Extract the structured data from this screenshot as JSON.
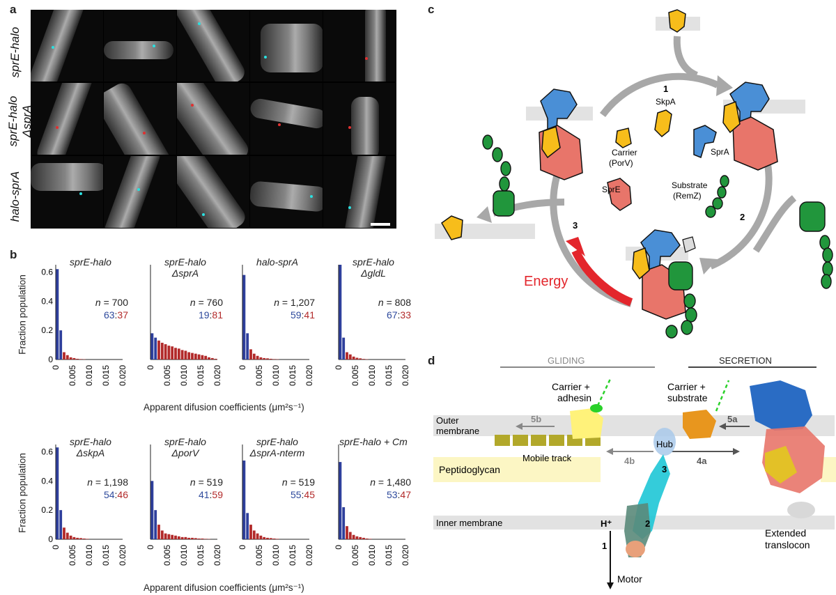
{
  "panels": {
    "a": "a",
    "b": "b",
    "c": "c",
    "d": "d"
  },
  "panel_a": {
    "rows": [
      {
        "label_line1": "sprE-halo",
        "label_line2": ""
      },
      {
        "label_line1": "sprE-halo",
        "label_line2": "ΔsprA"
      },
      {
        "label_line1": "halo-sprA",
        "label_line2": ""
      }
    ]
  },
  "chart_data": [
    {
      "type": "bar",
      "title": "sprE-halo",
      "subtitle": "",
      "n": "= 700",
      "ratio_blue": "63",
      "ratio_red": "37",
      "ylabel": "Fraction population",
      "xlabel": "",
      "ylim": [
        0,
        0.65
      ],
      "values": [
        0.62,
        0.2,
        0.05,
        0.03,
        0.015,
        0.01,
        0.005,
        0.003,
        0.002,
        0,
        0,
        0,
        0,
        0,
        0,
        0,
        0,
        0,
        0,
        0
      ]
    },
    {
      "type": "bar",
      "title": "sprE-halo",
      "subtitle": "ΔsprA",
      "n": "= 760",
      "ratio_blue": "19",
      "ratio_red": "81",
      "ylabel": "",
      "xlabel": "",
      "ylim": [
        0,
        0.65
      ],
      "values": [
        0.18,
        0.15,
        0.13,
        0.115,
        0.105,
        0.095,
        0.09,
        0.08,
        0.075,
        0.065,
        0.06,
        0.05,
        0.045,
        0.04,
        0.035,
        0.03,
        0.025,
        0.015,
        0.01,
        0.005
      ]
    },
    {
      "type": "bar",
      "title": "halo-sprA",
      "subtitle": "",
      "n": "= 1,207",
      "ratio_blue": "59",
      "ratio_red": "41",
      "ylabel": "",
      "xlabel": "",
      "ylim": [
        0,
        0.65
      ],
      "values": [
        0.58,
        0.18,
        0.07,
        0.04,
        0.025,
        0.015,
        0.01,
        0.008,
        0.005,
        0.003,
        0.002,
        0,
        0,
        0,
        0,
        0,
        0,
        0,
        0,
        0
      ]
    },
    {
      "type": "bar",
      "title": "sprE-halo",
      "subtitle": "ΔgldL",
      "n": "= 808",
      "ratio_blue": "67",
      "ratio_red": "33",
      "ylabel": "",
      "xlabel": "",
      "ylim": [
        0,
        0.65
      ],
      "values": [
        0.66,
        0.15,
        0.05,
        0.035,
        0.02,
        0.012,
        0.008,
        0.004,
        0.002,
        0,
        0,
        0,
        0,
        0,
        0,
        0,
        0,
        0,
        0,
        0
      ]
    },
    {
      "type": "bar",
      "title": "sprE-halo",
      "subtitle": "ΔskpA",
      "n": "= 1,198",
      "ratio_blue": "54",
      "ratio_red": "46",
      "ylabel": "Fraction population",
      "xlabel": "Apparent difusion coefficients (μm²s⁻¹)",
      "ylim": [
        0,
        0.65
      ],
      "values": [
        0.63,
        0.2,
        0.08,
        0.045,
        0.025,
        0.015,
        0.01,
        0.008,
        0.005,
        0.003,
        0,
        0,
        0,
        0,
        0,
        0,
        0,
        0,
        0,
        0
      ]
    },
    {
      "type": "bar",
      "title": "sprE-halo",
      "subtitle": "ΔporV",
      "n": "= 519",
      "ratio_blue": "41",
      "ratio_red": "59",
      "ylabel": "",
      "xlabel": "Apparent difusion coefficients (μm²s⁻¹)",
      "ylim": [
        0,
        0.65
      ],
      "values": [
        0.4,
        0.2,
        0.1,
        0.06,
        0.04,
        0.035,
        0.03,
        0.025,
        0.02,
        0.015,
        0.015,
        0.01,
        0.01,
        0.008,
        0.005,
        0.005,
        0.003,
        0.002,
        0,
        0
      ]
    },
    {
      "type": "bar",
      "title": "sprE-halo",
      "subtitle": "ΔsprA-nterm",
      "n": "= 519",
      "ratio_blue": "55",
      "ratio_red": "45",
      "ylabel": "",
      "xlabel": "",
      "ylim": [
        0,
        0.65
      ],
      "values": [
        0.54,
        0.18,
        0.1,
        0.06,
        0.04,
        0.025,
        0.015,
        0.01,
        0.008,
        0.005,
        0.003,
        0,
        0,
        0,
        0,
        0,
        0,
        0,
        0,
        0
      ]
    },
    {
      "type": "bar",
      "title": "sprE-halo + Cm",
      "subtitle": "",
      "n": "= 1,480",
      "ratio_blue": "53",
      "ratio_red": "47",
      "ylabel": "",
      "xlabel": "",
      "ylim": [
        0,
        0.65
      ],
      "values": [
        0.53,
        0.22,
        0.09,
        0.05,
        0.03,
        0.02,
        0.015,
        0.01,
        0.005,
        0.003,
        0,
        0,
        0,
        0,
        0,
        0,
        0,
        0,
        0,
        0
      ]
    }
  ],
  "hist_axis": {
    "yticks": [
      "0",
      "0.2",
      "0.4",
      "0.6"
    ],
    "xticks": [
      "0",
      "0.005",
      "0.010",
      "0.015",
      "0.020"
    ],
    "xlabel": "Apparent difusion coefficients (μm²s⁻¹)",
    "ylabel": "Fraction population",
    "n_label": "n"
  },
  "panel_c": {
    "step1": "1",
    "step2": "2",
    "step3": "3",
    "energy": "Energy",
    "skpa": "SkpA",
    "carrier_line1": "Carrier",
    "carrier_line2": "(PorV)",
    "spra": "SprA",
    "spre": "SprE",
    "substrate_line1": "Substrate",
    "substrate_line2": "(RemZ)"
  },
  "panel_d": {
    "gliding": "GLIDING",
    "secretion": "SECRETION",
    "carrier_adhesin_1": "Carrier +",
    "carrier_adhesin_2": "adhesin",
    "carrier_substrate_1": "Carrier +",
    "carrier_substrate_2": "substrate",
    "outer_membrane_1": "Outer",
    "outer_membrane_2": "membrane",
    "peptidoglycan": "Peptidoglycan",
    "inner_membrane": "Inner membrane",
    "mobile_track": "Mobile track",
    "hub": "Hub",
    "motor": "Motor",
    "extended_1": "Extended",
    "extended_2": "translocon",
    "s5b": "5b",
    "s5a": "5a",
    "s4b": "4b",
    "s4a": "4a",
    "s3": "3",
    "s2": "2",
    "s1": "1",
    "h_plus": "H⁺"
  }
}
